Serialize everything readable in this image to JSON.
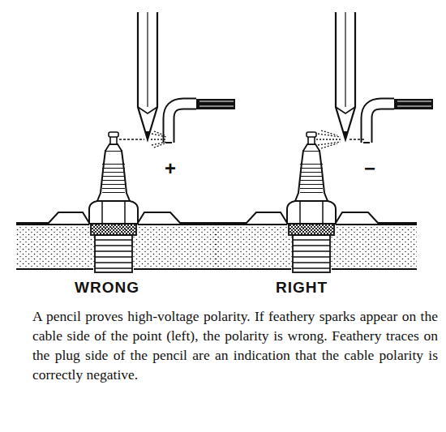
{
  "diagram": {
    "caption": "A pencil proves high-voltage polarity. If feathery sparks appear on the cable side of the point (left), the polarity is wrong. Feathery traces on the plug side of the pencil are an indication that the cable polarity is correctly negative.",
    "labels": [
      "+",
      "−",
      "WRONG",
      "RIGHT"
    ]
  }
}
